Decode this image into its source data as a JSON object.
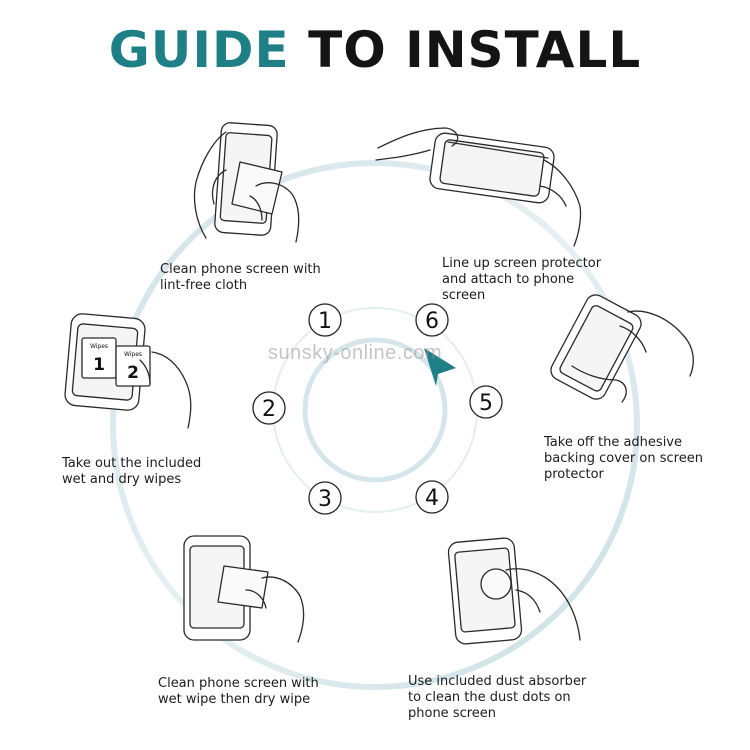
{
  "title": {
    "part1": "GUIDE",
    "part2": "TO INSTALL"
  },
  "watermark": "sunsky-online.com",
  "colors": {
    "accent": "#1f7f86",
    "ring": "#d6e6ea",
    "text": "#1c1c1c"
  },
  "steps": [
    {
      "number": "1",
      "lines": [
        "Clean phone screen with",
        "lint-free cloth"
      ]
    },
    {
      "number": "2",
      "lines": [
        "Take out the included",
        "wet and dry wipes"
      ]
    },
    {
      "number": "3",
      "lines": [
        "Clean phone screen with",
        "wet wipe then dry wipe"
      ]
    },
    {
      "number": "4",
      "lines": [
        "Use included dust absorber",
        "to clean the dust dots on",
        "phone screen"
      ]
    },
    {
      "number": "5",
      "lines": [
        "Take off the adhesive",
        "backing cover on screen",
        "protector"
      ]
    },
    {
      "number": "6",
      "lines": [
        "Line up screen protector",
        "and attach to phone",
        "screen"
      ]
    }
  ],
  "wipes": {
    "label": "Wipes",
    "one": "1",
    "two": "2"
  }
}
